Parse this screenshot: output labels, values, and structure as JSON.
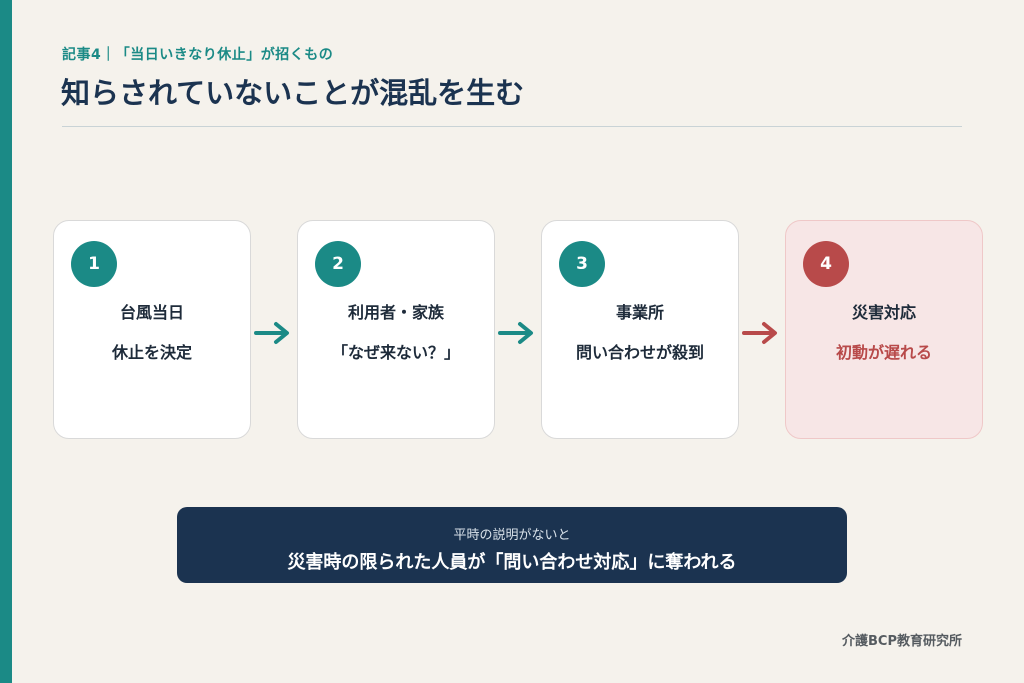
{
  "header": {
    "subtitle": "記事4｜「当日いきなり休止」が招くもの",
    "title": "知らされていないことが混乱を生む"
  },
  "steps": [
    {
      "number": "1",
      "line1": "台風当日",
      "line2": "休止を決定"
    },
    {
      "number": "2",
      "line1": "利用者・家族",
      "line2": "「なぜ来ない？」"
    },
    {
      "number": "3",
      "line1": "事業所",
      "line2": "問い合わせが殺到"
    },
    {
      "number": "4",
      "line1": "災害対応",
      "line2": "初動が遅れる"
    }
  ],
  "colors": {
    "teal": "#1b8a86",
    "navy": "#1b3350",
    "red": "#b84a4a"
  },
  "banner": {
    "sub": "平時の説明がないと",
    "main": "災害時の限られた人員が「問い合わせ対応」に奪われる"
  },
  "footer": {
    "org": "介護BCP教育研究所"
  }
}
